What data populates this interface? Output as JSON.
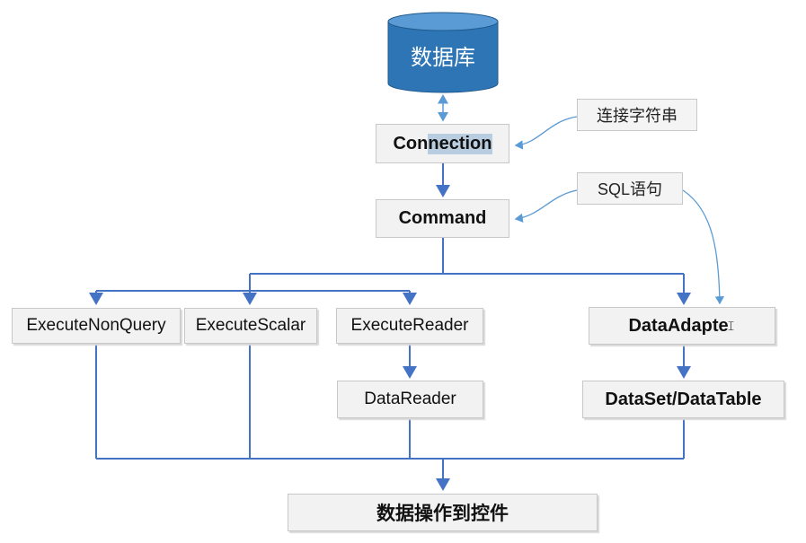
{
  "database": {
    "label": "数据库"
  },
  "connection": {
    "label_prefix": "Con",
    "label_highlight": "nection"
  },
  "connection_note": {
    "label": "连接字符串"
  },
  "command": {
    "label": "Command"
  },
  "sql_note": {
    "label": "SQL语句"
  },
  "execute_nonquery": {
    "label": "ExecuteNonQuery"
  },
  "execute_scalar": {
    "label": "ExecuteScalar"
  },
  "execute_reader": {
    "label": "ExecuteReader"
  },
  "data_adapter": {
    "label": "DataAdapte",
    "cursor_glyph": "𝙸"
  },
  "data_reader": {
    "label": "DataReader"
  },
  "dataset_datatable": {
    "label": "DataSet/DataTable"
  },
  "bind_controls": {
    "label": "数据操作到控件"
  },
  "colors": {
    "flow": "#4472c4",
    "note_arrow": "#5b9bd5",
    "db_fill": "#2e75b6",
    "db_top": "#5b9bd5"
  }
}
